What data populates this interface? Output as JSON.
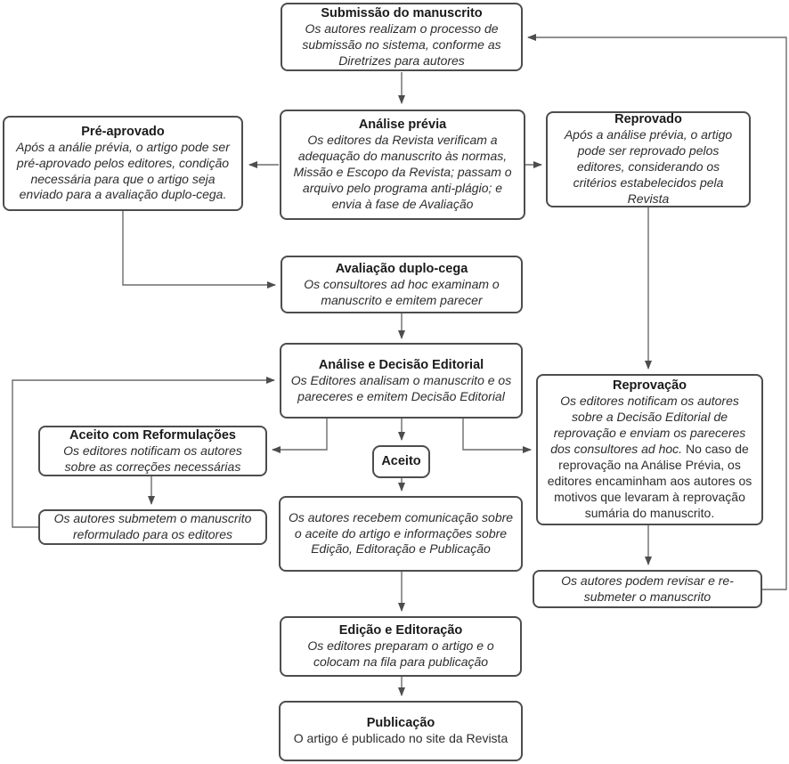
{
  "diagram": {
    "type": "flowchart",
    "language": "pt-BR",
    "colors": {
      "box_border": "#4d4d4d",
      "box_background": "#ffffff",
      "arrow": "#6b6b6b",
      "arrowhead": "#4d4d4d",
      "text": "#1f1f1f"
    },
    "nodes": {
      "submissao": {
        "title": "Submissão do manuscrito",
        "body": "Os autores realizam o processo de submissão no sistema, conforme as Diretrizes para autores"
      },
      "pre_aprovado": {
        "title": "Pré-aprovado",
        "body": "Após a análie prévia, o artigo pode ser pré-aprovado pelos editores, condição necessária para que o artigo seja enviado para a avaliação duplo-cega."
      },
      "analise_previa": {
        "title": "Análise prévia",
        "body": "Os editores da Revista verificam a adequação do manuscrito às normas, Missão e Escopo da Revista; passam o arquivo pelo programa anti-plágio; e envia à fase de Avaliação"
      },
      "reprovado": {
        "title": "Reprovado",
        "body": "Após a análise prévia, o artigo pode ser reprovado pelos editores, considerando os critérios estabelecidos pela Revista"
      },
      "avaliacao_duplo_cega": {
        "title": "Avaliação duplo-cega",
        "body": "Os consultores ad hoc examinam o manuscrito e emitem parecer"
      },
      "analise_decisao_editorial": {
        "title": "Análise e Decisão Editorial",
        "body": "Os Editores analisam o manuscrito e os pareceres e emitem Decisão Editorial"
      },
      "aceito_com_reformulacoes": {
        "title": "Aceito com Reformulações",
        "body": "Os editores notificam os autores sobre as correções necessárias"
      },
      "resubmissao_reformulado": {
        "body": "Os autores submetem o manuscrito reformulado para os editores"
      },
      "aceito": {
        "title": "Aceito"
      },
      "comunicacao_aceite": {
        "body": "Os autores recebem comunicação sobre o aceite do artigo e informações sobre Edição, Editoração e Publicação"
      },
      "reprovacao": {
        "title": "Reprovação",
        "body_italic": "Os editores notificam os autores sobre a Decisão Editorial de reprovação e enviam os pareceres dos consultores ad hoc.",
        "body_regular": " No caso de reprovação na Análise Prévia, os editores encaminham aos autores os motivos que levaram à reprovação sumária do manuscrito."
      },
      "revisar_resubmeter": {
        "body": "Os autores podem revisar e re-submeter o manuscrito"
      },
      "edicao_editoracao": {
        "title": "Edição e Editoração",
        "body": "Os editores preparam o artigo e o colocam na fila para publicação"
      },
      "publicacao": {
        "title": "Publicação",
        "body": "O artigo é publicado no site da Revista"
      }
    }
  }
}
